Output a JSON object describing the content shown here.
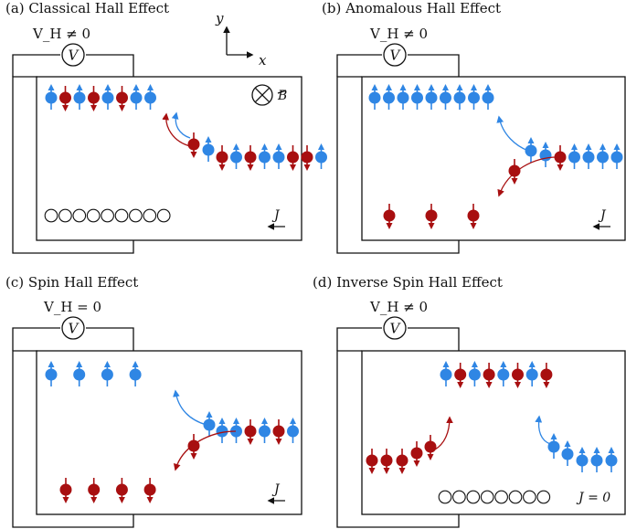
{
  "colors": {
    "spin_up": "#2f86e4",
    "spin_down": "#a80f10",
    "outline": "#111111",
    "background": "#ffffff"
  },
  "icons": {
    "voltmeter": "V-circle-icon",
    "magnetic_field": "circled-cross-icon",
    "current": "left-arrow-icon",
    "electron_up": "blue-dot-up-arrow-icon",
    "electron_down": "red-dot-down-arrow-icon",
    "electron_plain": "empty-circle-icon"
  },
  "axes": {
    "x_label": "x",
    "y_label": "y"
  },
  "panels": [
    {
      "title": "(a) Classical Hall Effect",
      "voltage": "V_H ≠ 0",
      "meter": "V",
      "field_label": "B",
      "current_label": "J",
      "empty_circles": 9
    },
    {
      "title": "(b) Anomalous Hall Effect",
      "voltage": "V_H ≠ 0",
      "meter": "V",
      "current_label": "J"
    },
    {
      "title": "(c) Spin Hall Effect",
      "voltage": "V_H = 0",
      "meter": "V",
      "current_label": "J"
    },
    {
      "title": "(d) Inverse Spin Hall Effect",
      "voltage": "V_H ≠ 0",
      "meter": "V",
      "current_label": "J = 0",
      "empty_circles": 8
    }
  ]
}
